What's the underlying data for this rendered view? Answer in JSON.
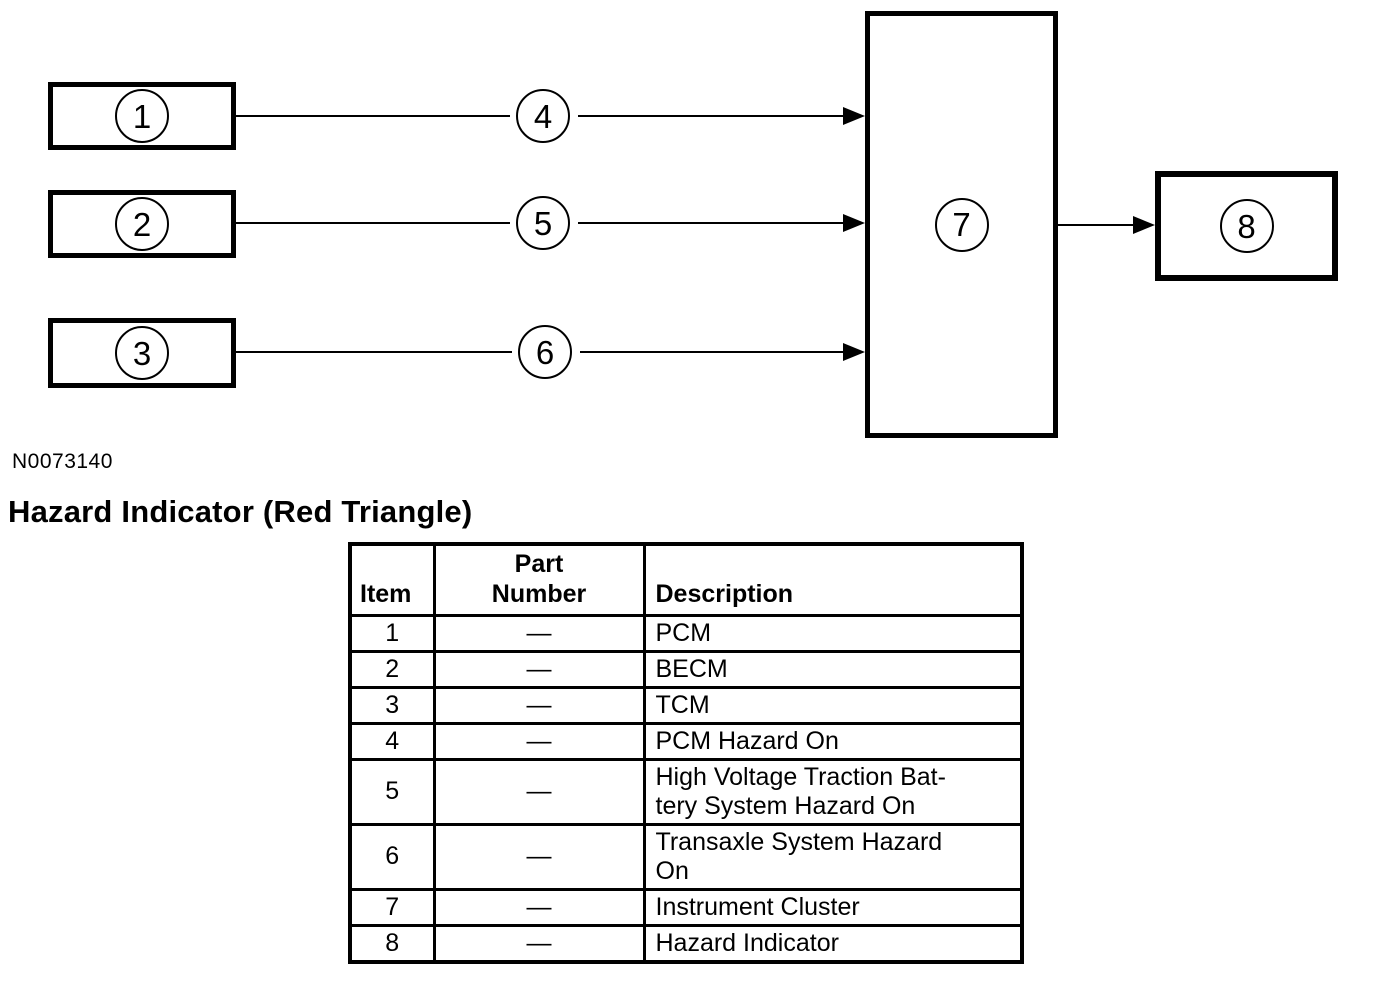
{
  "figure": {
    "ref_label": "N0073140",
    "title": "Hazard Indicator (Red Triangle)"
  },
  "diagram": {
    "type": "block-flow",
    "line_color": "#000000",
    "background": "#ffffff",
    "box1_label": "1",
    "box2_label": "2",
    "box3_label": "3",
    "callout4_label": "4",
    "callout5_label": "5",
    "callout6_label": "6",
    "box7_label": "7",
    "box8_label": "8",
    "connections": [
      "1 -> 4 -> 7",
      "2 -> 5 -> 7",
      "3 -> 6 -> 7",
      "7 -> 8"
    ]
  },
  "table": {
    "headers": {
      "item": "Item",
      "part_number": "Part\nNumber",
      "description": "Description"
    },
    "rows": [
      {
        "item": "1",
        "part_number": "—",
        "description": "PCM"
      },
      {
        "item": "2",
        "part_number": "—",
        "description": "BECM"
      },
      {
        "item": "3",
        "part_number": "—",
        "description": "TCM"
      },
      {
        "item": "4",
        "part_number": "—",
        "description": "PCM Hazard On"
      },
      {
        "item": "5",
        "part_number": "—",
        "description": "High Voltage Traction Bat-\ntery System Hazard On"
      },
      {
        "item": "6",
        "part_number": "—",
        "description": "Transaxle System Hazard\nOn"
      },
      {
        "item": "7",
        "part_number": "—",
        "description": "Instrument Cluster"
      },
      {
        "item": "8",
        "part_number": "—",
        "description": "Hazard Indicator"
      }
    ]
  }
}
